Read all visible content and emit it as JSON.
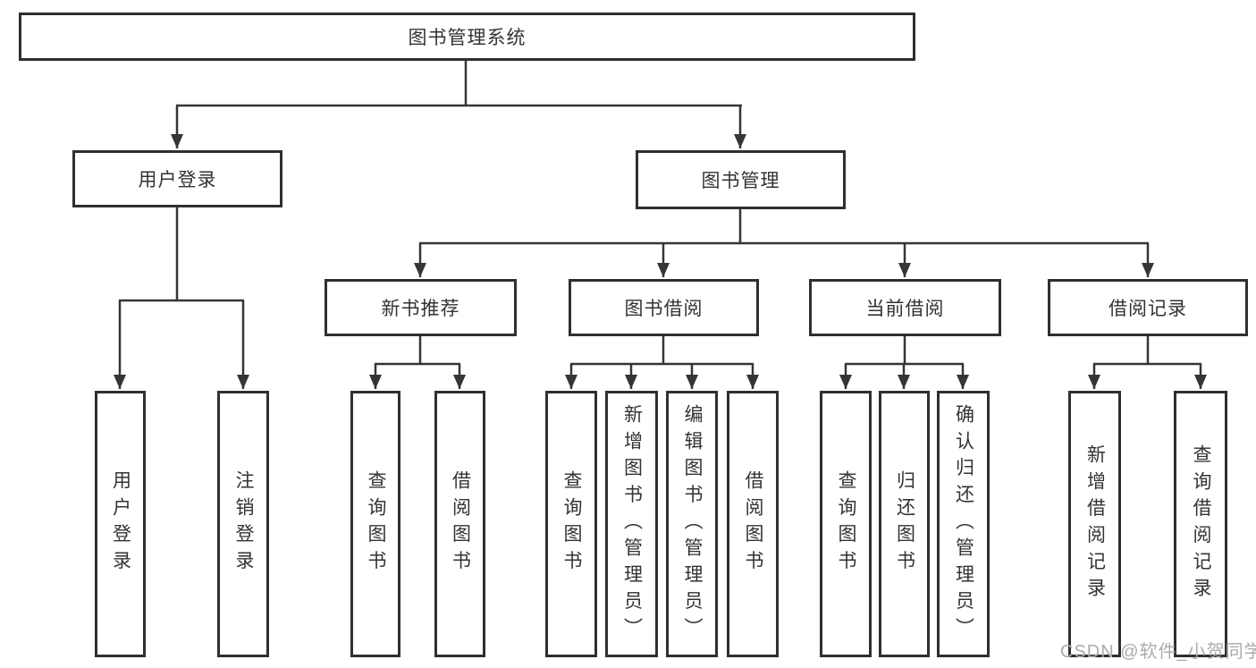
{
  "tree": {
    "label": "图书管理系统",
    "children": [
      {
        "label": "用户登录",
        "children": [
          {
            "label": "用户登录"
          },
          {
            "label": "注销登录"
          }
        ]
      },
      {
        "label": "图书管理",
        "children": [
          {
            "label": "新书推荐",
            "children": [
              {
                "label": "查询图书"
              },
              {
                "label": "借阅图书"
              }
            ]
          },
          {
            "label": "图书借阅",
            "children": [
              {
                "label": "查询图书"
              },
              {
                "label": "新增图书（管理员）"
              },
              {
                "label": "编辑图书（管理员）"
              },
              {
                "label": "借阅图书"
              }
            ]
          },
          {
            "label": "当前借阅",
            "children": [
              {
                "label": "查询图书"
              },
              {
                "label": "归还图书"
              },
              {
                "label": "确认归还（管理员）"
              }
            ]
          },
          {
            "label": "借阅记录",
            "children": [
              {
                "label": "新增借阅记录"
              },
              {
                "label": "查询借阅记录"
              }
            ]
          }
        ]
      }
    ]
  },
  "watermark": {
    "text": "CSDN @软件_小贺同学"
  },
  "colors": {
    "line": "#353535",
    "box_border": "#2f2f2f",
    "text": "#333333",
    "watermark": "#ababab",
    "background": "#ffffff"
  }
}
